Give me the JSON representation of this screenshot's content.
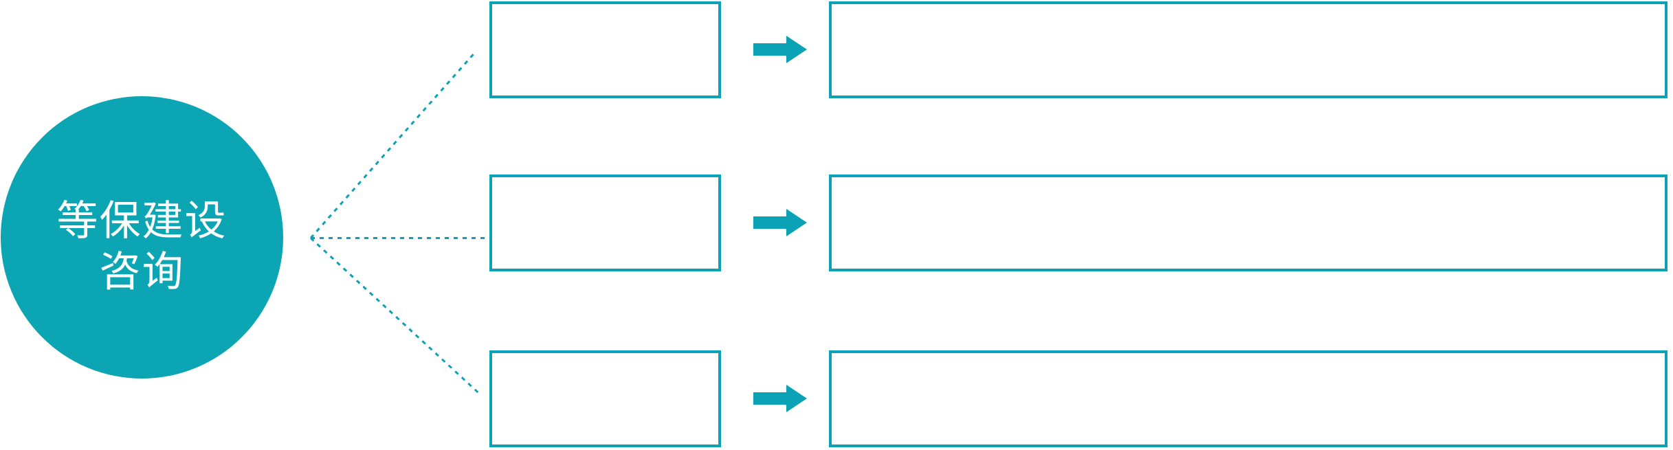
{
  "colors": {
    "accent": "#0aa2b4",
    "circle_fill": "#0ba5b3",
    "label_text": "#ffffff",
    "background": "#ffffff"
  },
  "circle": {
    "line1": "等保建设",
    "line2": "咨询"
  },
  "rows": [
    {
      "small_box_text": "",
      "large_box_text": ""
    },
    {
      "small_box_text": "",
      "large_box_text": ""
    },
    {
      "small_box_text": "",
      "large_box_text": ""
    }
  ],
  "icons": {
    "arrow": "arrow-right-icon",
    "connector": "dashed-line-connector"
  }
}
